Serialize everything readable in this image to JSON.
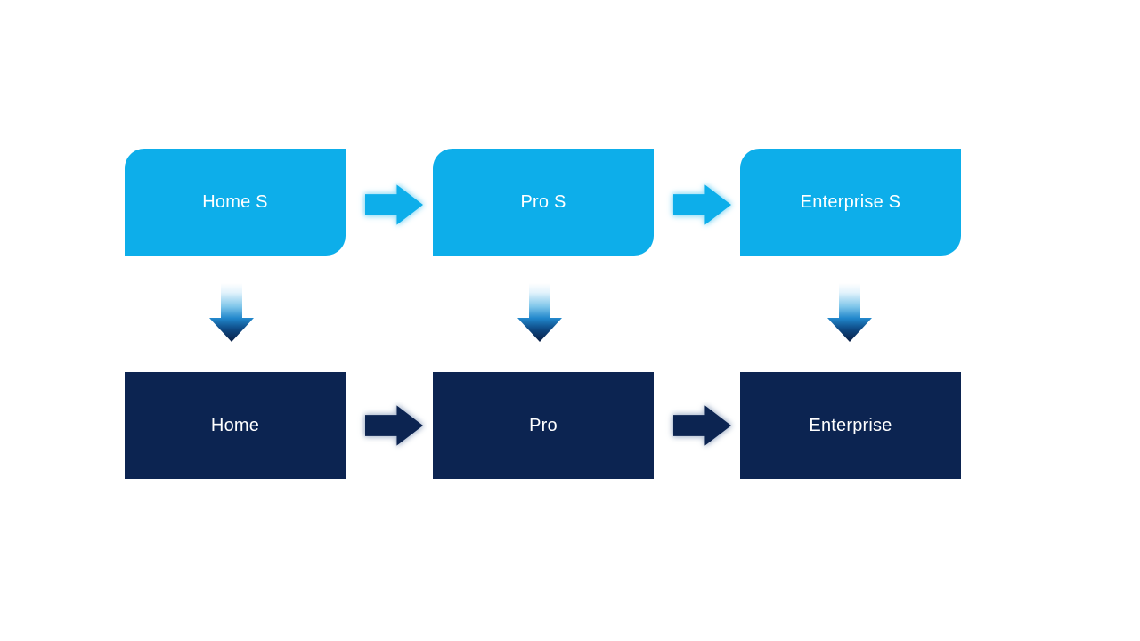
{
  "slide": {
    "background": "#ffffff"
  },
  "colors": {
    "top_box_fill": "#0daeea",
    "bottom_box_fill": "#0c2451",
    "box_text": "#ffffff",
    "top_arrow_fill": "#0daeea",
    "top_arrow_glow": "#9fe0f7",
    "bottom_arrow_fill": "#0c2451",
    "bottom_arrow_glow": "#b4c0d3",
    "down_arrow_gradient": [
      "#ffffff",
      "#e3f3fc",
      "#7fc6ea",
      "#2187cb",
      "#0e4a85",
      "#0a1f45"
    ]
  },
  "diagram": {
    "top_row": [
      {
        "label": "Home S"
      },
      {
        "label": "Pro S"
      },
      {
        "label": "Enterprise S"
      }
    ],
    "bottom_row": [
      {
        "label": "Home"
      },
      {
        "label": "Pro"
      },
      {
        "label": "Enterprise"
      }
    ]
  }
}
